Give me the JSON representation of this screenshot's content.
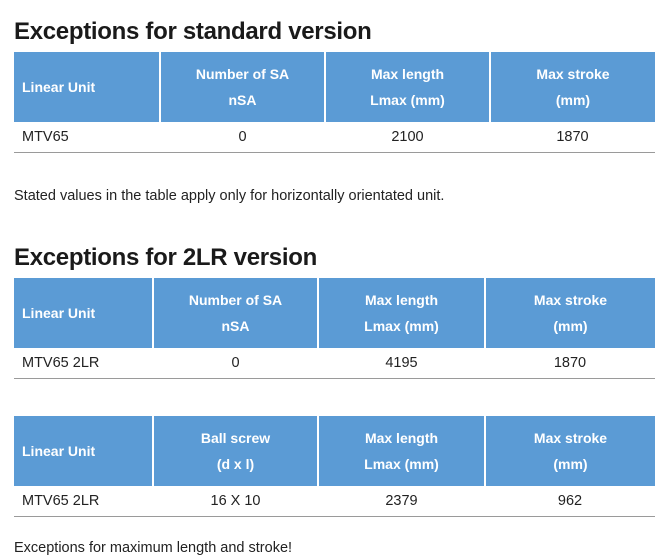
{
  "document": {
    "sections": [
      {
        "heading": "Exceptions for standard version",
        "table": {
          "headers": [
            {
              "line1": "Linear Unit",
              "line2": ""
            },
            {
              "line1": "Number of SA",
              "line2": "nSA"
            },
            {
              "line1": "Max length",
              "line2": "Lmax (mm)"
            },
            {
              "line1": "Max stroke",
              "line2": "(mm)"
            }
          ],
          "rows": [
            {
              "unit": "MTV65",
              "c2": "0",
              "c3": "2100",
              "c4": "1870"
            }
          ]
        },
        "note": "Stated values in the table apply only for horizontally orientated unit."
      },
      {
        "heading": "Exceptions for 2LR version",
        "table": {
          "headers": [
            {
              "line1": "Linear Unit",
              "line2": ""
            },
            {
              "line1": "Number of SA",
              "line2": "nSA"
            },
            {
              "line1": "Max length",
              "line2": "Lmax (mm)"
            },
            {
              "line1": "Max stroke",
              "line2": "(mm)"
            }
          ],
          "rows": [
            {
              "unit": "MTV65 2LR",
              "c2": "0",
              "c3": "4195",
              "c4": "1870"
            }
          ]
        },
        "note": ""
      },
      {
        "heading": "",
        "table": {
          "headers": [
            {
              "line1": "Linear Unit",
              "line2": ""
            },
            {
              "line1": "Ball screw",
              "line2": "(d x l)"
            },
            {
              "line1": "Max length",
              "line2": "Lmax (mm)"
            },
            {
              "line1": "Max stroke",
              "line2": "(mm)"
            }
          ],
          "rows": [
            {
              "unit": "MTV65 2LR",
              "c2": "16 X 10",
              "c3": "2379",
              "c4": "962"
            }
          ]
        },
        "note": "Exceptions for maximum length and stroke!"
      }
    ]
  },
  "colors": {
    "header_blue": "#5b9bd5",
    "header_text": "#ffffff",
    "body_text": "#222222",
    "rule": "#9a9a9a"
  }
}
